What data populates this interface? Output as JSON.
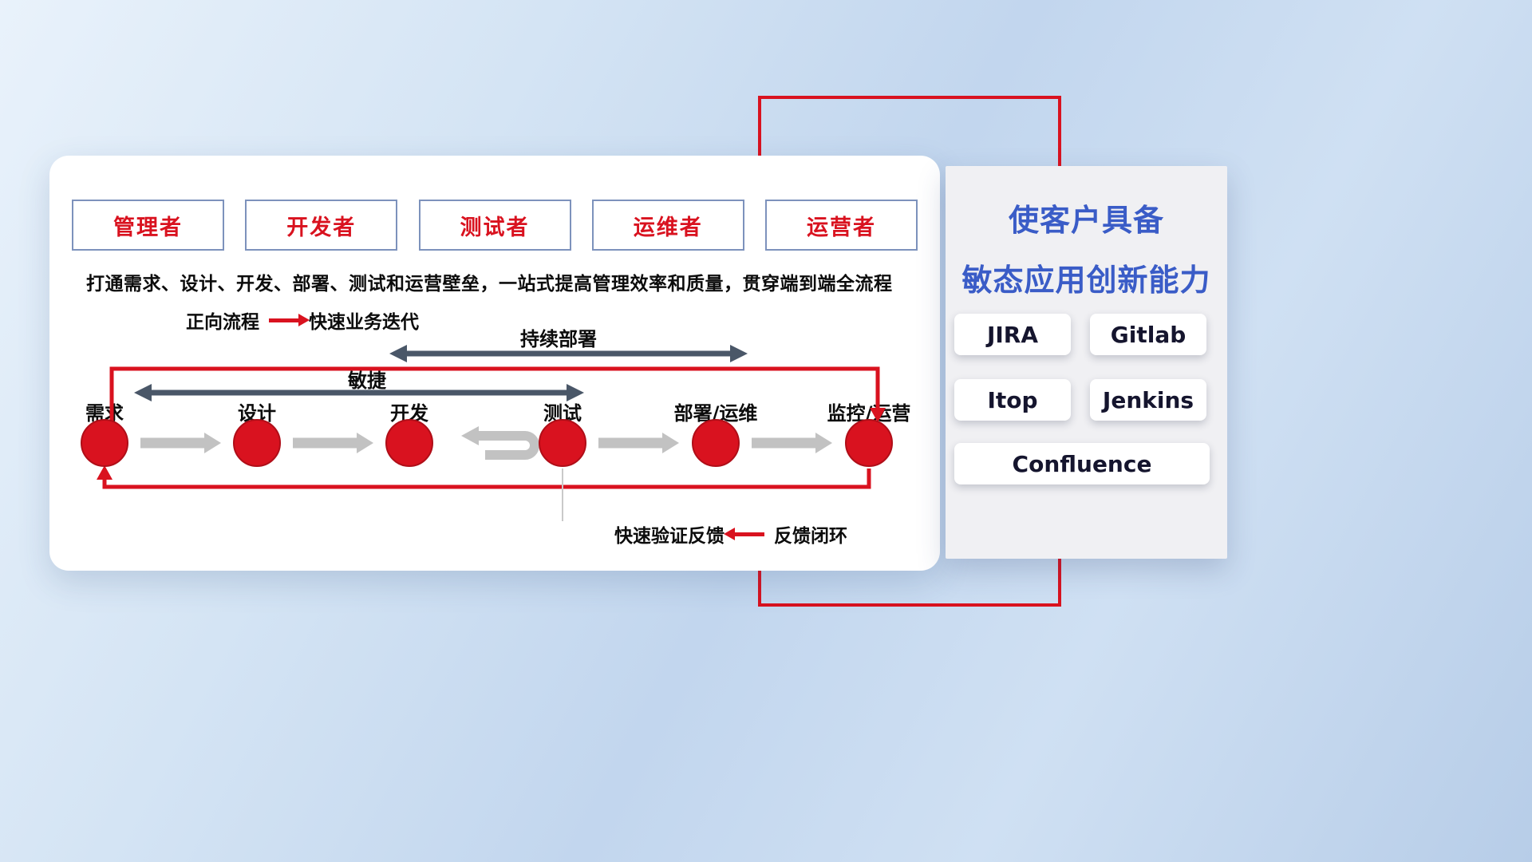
{
  "colors": {
    "accent_red": "#d9121f",
    "accent_blue": "#3a5cc7",
    "slate_arrow": "#4a5768",
    "gray_arrow": "#c2c2c2"
  },
  "roles": [
    {
      "label": "管理者"
    },
    {
      "label": "开发者"
    },
    {
      "label": "测试者"
    },
    {
      "label": "运维者"
    },
    {
      "label": "运营者"
    }
  ],
  "description": "打通需求、设计、开发、部署、测试和运营壁垒，一站式提高管理效率和质量，贯穿端到端全流程",
  "legend_forward": {
    "label": "正向流程",
    "value": "快速业务迭代"
  },
  "span_arrows": {
    "continuous_deployment": "持续部署",
    "agile": "敏捷"
  },
  "stages": [
    {
      "label": "需求"
    },
    {
      "label": "设计"
    },
    {
      "label": "开发"
    },
    {
      "label": "测试"
    },
    {
      "label": "部署/运维"
    },
    {
      "label": "监控/运营"
    }
  ],
  "legend_feedback": {
    "label": "快速验证反馈",
    "value": "反馈闭环"
  },
  "right_panel": {
    "title_line1": "使客户具备",
    "title_line2": "敏态应用创新能力",
    "tools": [
      {
        "name": "JIRA"
      },
      {
        "name": "Gitlab"
      },
      {
        "name": "Itop"
      },
      {
        "name": "Jenkins"
      },
      {
        "name": "Confluence"
      }
    ]
  }
}
